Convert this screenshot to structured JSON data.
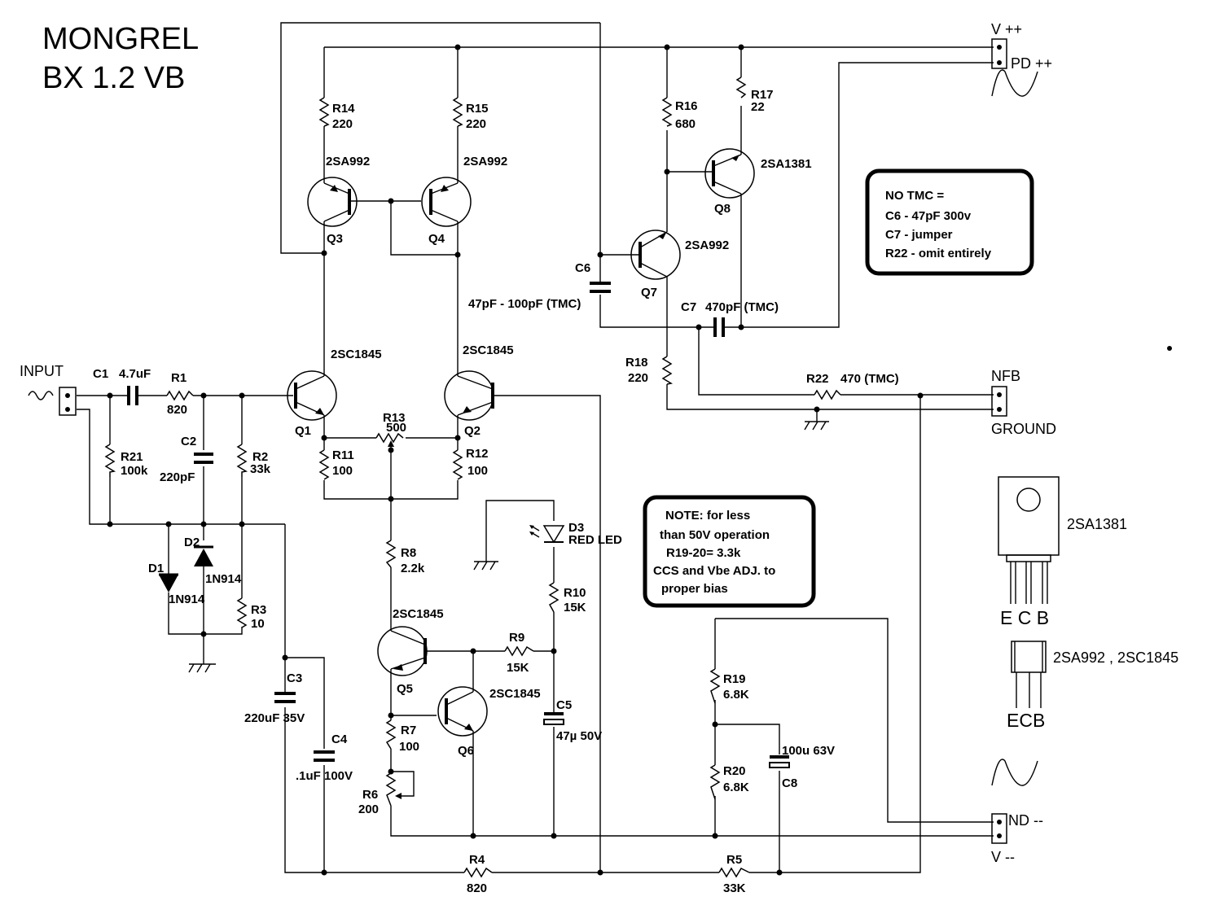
{
  "title": {
    "line1": "MONGREL",
    "line2": "BX 1.2 VB"
  },
  "connectors": {
    "vpp": "V ++",
    "pdpp": "PD  ++",
    "input": "INPUT",
    "nfb": "NFB",
    "ground": "GROUND",
    "ndmm": "ND --",
    "vmm": "V --"
  },
  "resistors": [
    {
      "ref": "R14",
      "val": "220"
    },
    {
      "ref": "R15",
      "val": "220"
    },
    {
      "ref": "R16",
      "val": "680"
    },
    {
      "ref": "R17",
      "val": "22"
    },
    {
      "ref": "R18",
      "val": "220"
    },
    {
      "ref": "R22",
      "val": "470 (TMC)"
    },
    {
      "ref": "R1",
      "val": "820"
    },
    {
      "ref": "R21",
      "val": "100k"
    },
    {
      "ref": "R2",
      "val": "33k"
    },
    {
      "ref": "R13",
      "val": "500"
    },
    {
      "ref": "R11",
      "val": "100"
    },
    {
      "ref": "R12",
      "val": "100"
    },
    {
      "ref": "R3",
      "val": "10"
    },
    {
      "ref": "R8",
      "val": "2.2k"
    },
    {
      "ref": "R10",
      "val": "15K"
    },
    {
      "ref": "R9",
      "val": "15K"
    },
    {
      "ref": "R7",
      "val": "100"
    },
    {
      "ref": "R6",
      "val": "200"
    },
    {
      "ref": "R19",
      "val": "6.8K"
    },
    {
      "ref": "R20",
      "val": "6.8K"
    },
    {
      "ref": "R4",
      "val": "820"
    },
    {
      "ref": "R5",
      "val": "33K"
    }
  ],
  "capacitors": [
    {
      "ref": "C1",
      "val": "4.7uF"
    },
    {
      "ref": "C2",
      "val": "220pF"
    },
    {
      "ref": "C6",
      "val": "47pF - 100pF (TMC)"
    },
    {
      "ref": "C7",
      "val": "470pF (TMC)"
    },
    {
      "ref": "C3",
      "val": "220uF 35V"
    },
    {
      "ref": "C4",
      "val": ".1uF 100V"
    },
    {
      "ref": "C5",
      "val": "47µ 50V"
    },
    {
      "ref": "C8",
      "val": "100u 63V"
    }
  ],
  "transistors": [
    {
      "ref": "Q3",
      "part": "2SA992"
    },
    {
      "ref": "Q4",
      "part": "2SA992"
    },
    {
      "ref": "Q8",
      "part": "2SA1381"
    },
    {
      "ref": "Q7",
      "part": "2SA992"
    },
    {
      "ref": "Q1",
      "part": "2SC1845"
    },
    {
      "ref": "Q2",
      "part": "2SC1845"
    },
    {
      "ref": "Q5",
      "part": "2SC1845"
    },
    {
      "ref": "Q6",
      "part": "2SC1845"
    }
  ],
  "diodes": [
    {
      "ref": "D1",
      "part": "1N914"
    },
    {
      "ref": "D2",
      "part": "1N914"
    },
    {
      "ref": "D3",
      "part": "RED LED"
    }
  ],
  "note_tmc": [
    "NO TMC =",
    "C6 - 47pF 300v",
    "C7 - jumper",
    "R22 - omit entirely"
  ],
  "note_50v": [
    "NOTE: for less",
    "than 50V operation",
    "R19-20= 3.3k",
    "CCS and Vbe ADJ. to",
    "proper bias"
  ],
  "packages": {
    "to126_name": "2SA1381",
    "to126_pins": "E C B",
    "to92_name": "2SA992 , 2SC1845",
    "to92_pins": "ECB"
  }
}
